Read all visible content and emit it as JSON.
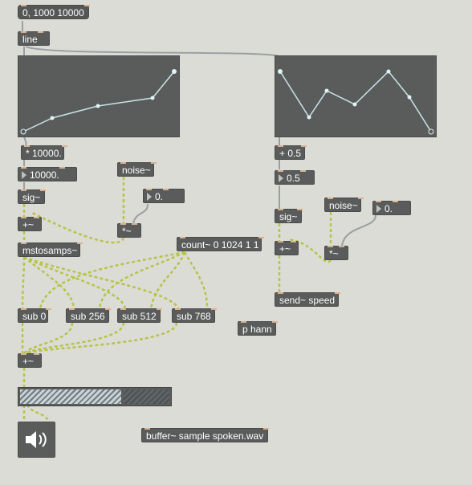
{
  "objects": {
    "msg_range": "0, 1000 10000",
    "line": "line",
    "mul_10000": "* 10000.",
    "num_left": "10000.",
    "sig_left": "sig~",
    "plus_left": "+~",
    "mstosamps": "mstosamps~",
    "noise_left": "noise~",
    "num_noise_left": "0.",
    "mul_noise_left": "*~",
    "count": "count~ 0 1024 1 1",
    "sub0": "sub 0",
    "sub256": "sub 256",
    "sub512": "sub 512",
    "sub768": "sub 768",
    "sum": "+~",
    "phann": "p hann",
    "buffer": "buffer~ sample spoken.wav",
    "add_05": "+ 0.5",
    "num_right": "0.5",
    "sig_right": "sig~",
    "plus_right": "+~",
    "noise_right": "noise~",
    "num_noise_right": "0.",
    "mul_noise_right": "*~",
    "send_speed": "send~ speed"
  },
  "meter_level": 0.68,
  "colors": {
    "background": "#dcdcd6",
    "object": "#5a5c5c",
    "signal_cord": "#b6c44a",
    "control_cord": "#9aa0a0",
    "graph_line": "#c9e3e6"
  },
  "icons": {
    "dac": "speaker-icon"
  }
}
